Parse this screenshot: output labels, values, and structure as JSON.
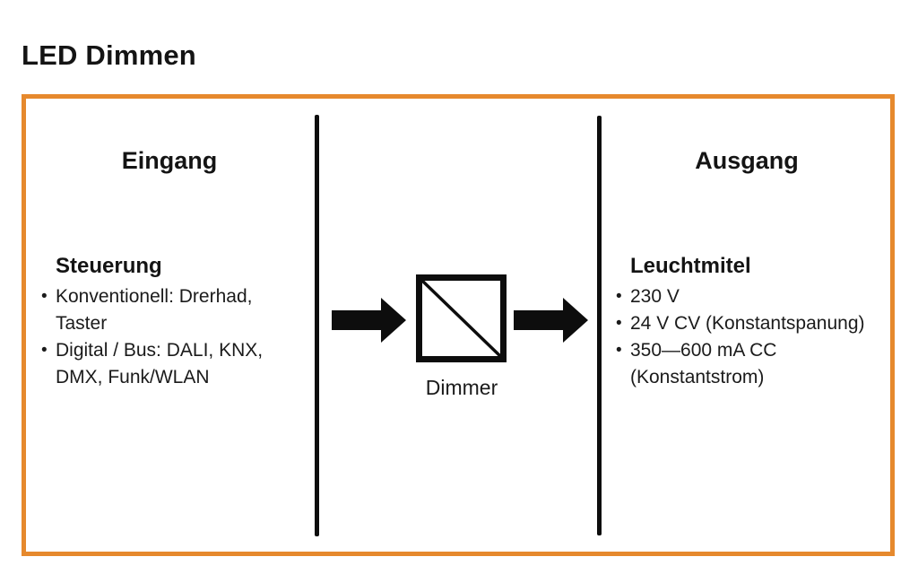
{
  "page": {
    "title": "LED Dimmen"
  },
  "diagram": {
    "frame_color": "#E6892D",
    "line_color": "#0d0d0d",
    "input": {
      "heading": "Eingang",
      "subheading": "Steuerung",
      "items": [
        "Konventionell: Drerhad, Taster",
        "Digital / Bus: DALI, KNX, DMX, Funk/WLAN"
      ]
    },
    "center": {
      "symbol": "dimmer-square-diagonal",
      "label": "Dimmer",
      "arrows": [
        "arrow-right",
        "arrow-right"
      ]
    },
    "output": {
      "heading": "Ausgang",
      "subheading": "Leuchtmitel",
      "items": [
        "230 V",
        "24 V CV (Konstantspanung)",
        "350—600 mA CC (Konstantstrom)"
      ]
    }
  }
}
